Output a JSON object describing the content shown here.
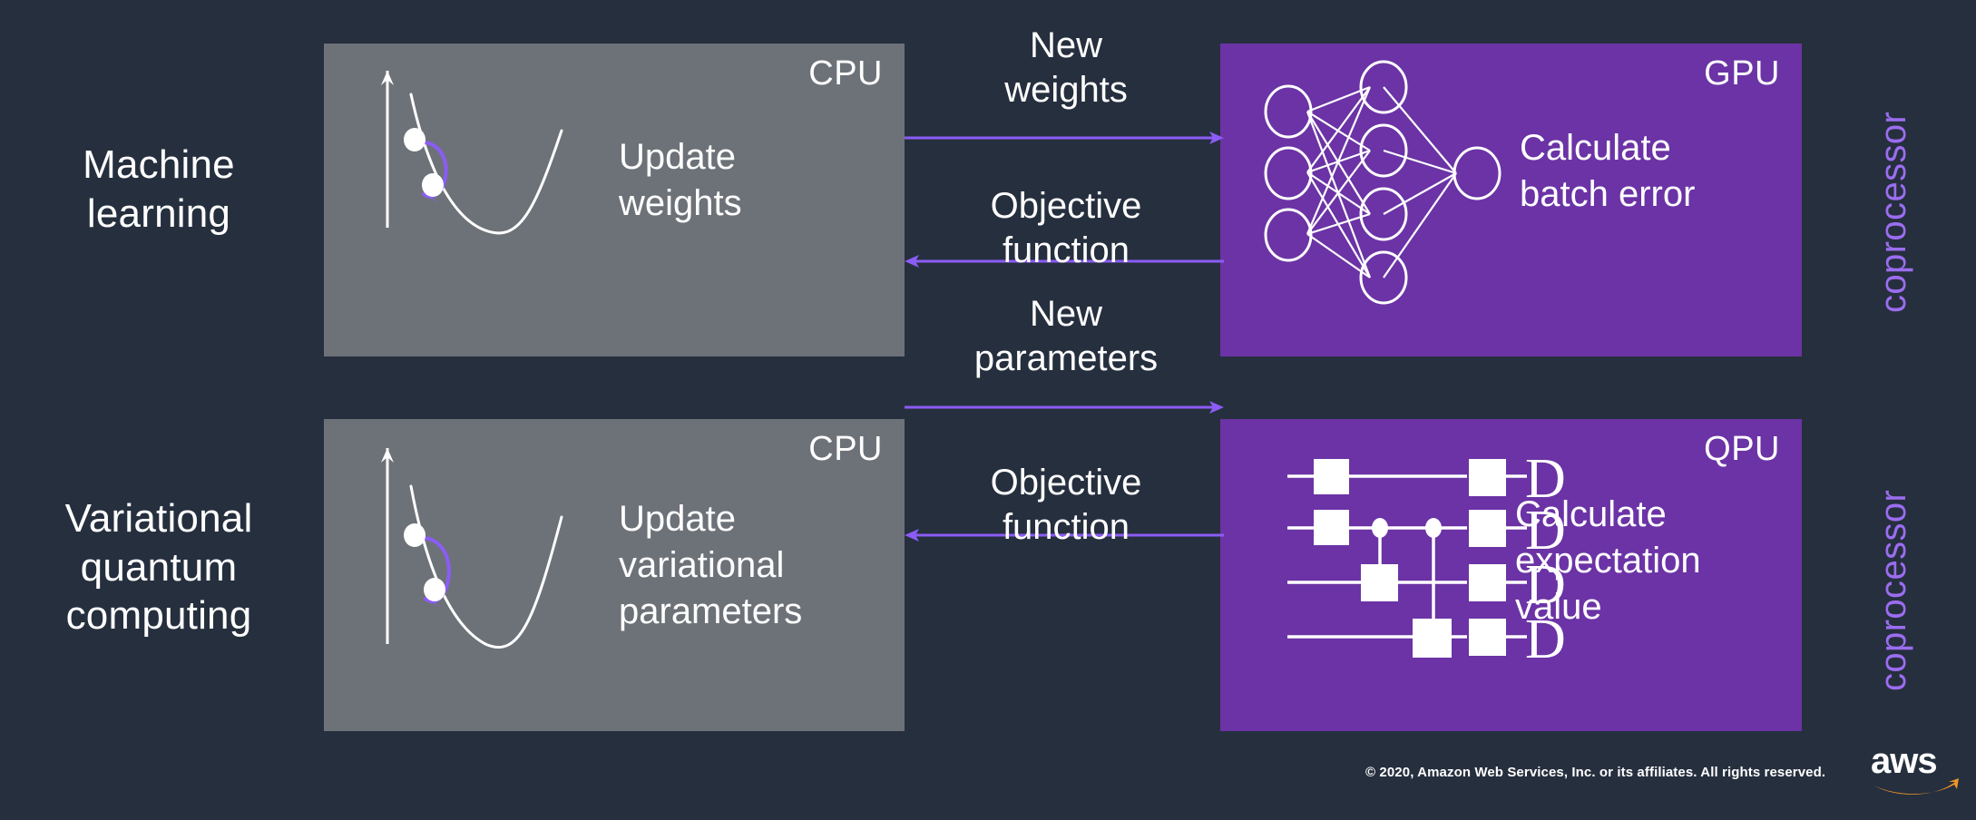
{
  "slide": {
    "background_color": "#262f3e",
    "cpu_panel_color": "#6d7278",
    "accelerator_panel_color": "#6b33a5",
    "arrow_color": "#8b5cf6",
    "coprocessor_label_color": "#9b6df0"
  },
  "rows": [
    {
      "id": "machine-learning",
      "row_label": "Machine\nlearning",
      "left_panel": {
        "tag": "CPU",
        "text": "Update\nweights",
        "figure": "loss-curve-gradient-descent"
      },
      "right_panel": {
        "tag": "GPU",
        "text": "Calculate\nbatch error",
        "figure": "neural-network"
      },
      "forward_label": "New\nweights",
      "back_label": "Objective\nfunction",
      "side_label": "coprocessor"
    },
    {
      "id": "variational-quantum-computing",
      "row_label": "Variational\nquantum\ncomputing",
      "left_panel": {
        "tag": "CPU",
        "text": "Update\nvariational\nparameters",
        "figure": "loss-curve-gradient-descent"
      },
      "right_panel": {
        "tag": "QPU",
        "text": "Calculate\nexpectation\nvalue",
        "figure": "quantum-circuit"
      },
      "forward_label": "New\nparameters",
      "back_label": "Objective\nfunction",
      "side_label": "coprocessor"
    }
  ],
  "footer": {
    "copyright": "© 2020, Amazon Web Services, Inc. or its affiliates. All rights reserved.",
    "logo_wordmark": "aws",
    "logo_color": "#ffffff",
    "logo_smile_color": "#f0952a"
  }
}
